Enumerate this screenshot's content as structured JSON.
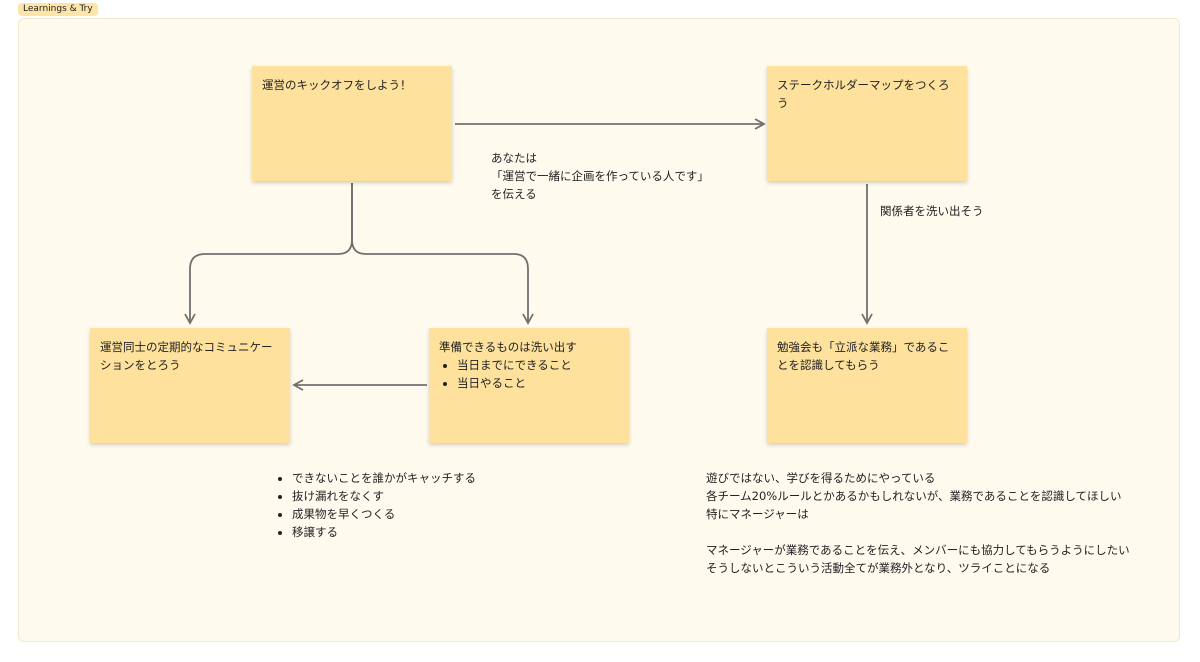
{
  "section": {
    "label": "Learnings & Try"
  },
  "stickies": {
    "kickoff": {
      "text": "運営のキックオフをしよう！"
    },
    "stakeholder_map": {
      "text": "ステークホルダーマップをつくろう"
    },
    "regular_communication": {
      "text": "運営同士の定期的なコミュニケーションをとろう"
    },
    "prepare": {
      "title": "準備できるものは洗い出す",
      "bullets": [
        "当日までにできること",
        "当日やること"
      ]
    },
    "study_group": {
      "text": "勉強会も「立派な業務」であることを認識してもらう"
    }
  },
  "annotations": {
    "tell_role": {
      "lines": [
        "あなたは",
        "「運営で一緒に企画を作っている人です」",
        "を伝える"
      ]
    },
    "list_stakeholders": {
      "text": "関係者を洗い出そう"
    },
    "communication_benefits": {
      "bullets": [
        "できないことを誰かがキャッチする",
        "抜け漏れをなくす",
        "成果物を早くつくる",
        "移譲する"
      ]
    },
    "business_note": {
      "lines": [
        "遊びではない、学びを得るためにやっている",
        "各チーム20%ルールとかあるかもしれないが、業務であることを認識してほしい",
        "特にマネージャーは",
        "",
        "マネージャーが業務であることを伝え、メンバーにも協力してもらうようにしたい",
        "そうしないとこういう活動全てが業務外となり、ツライことになる"
      ]
    }
  },
  "colors": {
    "sticky": "#fde19d",
    "section_background": "#fefaee",
    "connector": "#707070"
  }
}
